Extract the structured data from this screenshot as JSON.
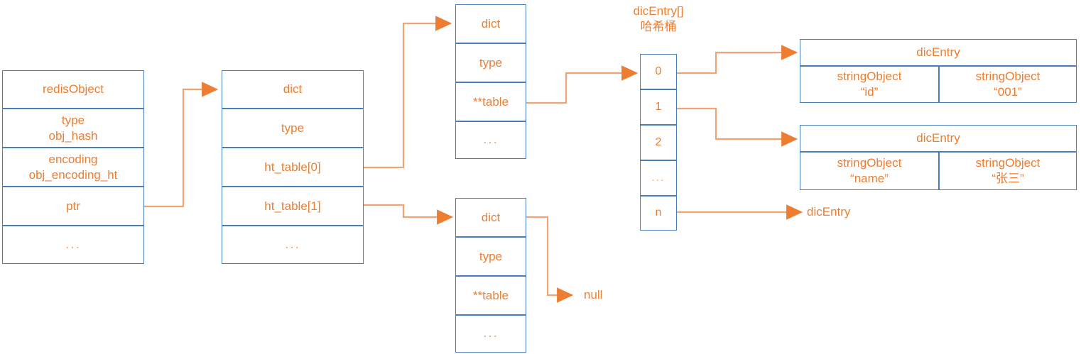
{
  "diagram": {
    "title_label": "dicEntry[]\n哈希桶",
    "colors": {
      "text": "#ED7D31",
      "border": "#4A7EBB",
      "arrow": "#ED7D31",
      "background": "#FFFFFF"
    }
  },
  "redis_object": {
    "rows": [
      {
        "text": "redisObject"
      },
      {
        "text": "type\nobj_hash"
      },
      {
        "text": "encoding\nobj_encoding_ht"
      },
      {
        "text": "ptr"
      },
      {
        "text": "..."
      }
    ]
  },
  "dict_main": {
    "rows": [
      {
        "text": "dict"
      },
      {
        "text": "type"
      },
      {
        "text": "ht_table[0]"
      },
      {
        "text": "ht_table[1]"
      },
      {
        "text": "..."
      }
    ]
  },
  "dict_ht0": {
    "rows": [
      {
        "text": "dict"
      },
      {
        "text": "type"
      },
      {
        "text": "**table"
      },
      {
        "text": "..."
      }
    ]
  },
  "dict_ht1": {
    "rows": [
      {
        "text": "dict"
      },
      {
        "text": "type"
      },
      {
        "text": "**table"
      },
      {
        "text": "..."
      }
    ]
  },
  "hash_bucket": {
    "slots": [
      {
        "text": "0"
      },
      {
        "text": "1"
      },
      {
        "text": "2"
      },
      {
        "text": "..."
      },
      {
        "text": "n"
      }
    ]
  },
  "dic_entry_1": {
    "header": "dicEntry",
    "key": "stringObject\n“id”",
    "value": "stringObject\n“001”"
  },
  "dic_entry_2": {
    "header": "dicEntry",
    "key": "stringObject\n“name”",
    "value": "stringObject\n“张三”"
  },
  "labels": {
    "null_text": "null",
    "dic_entry_n": "dicEntry"
  }
}
